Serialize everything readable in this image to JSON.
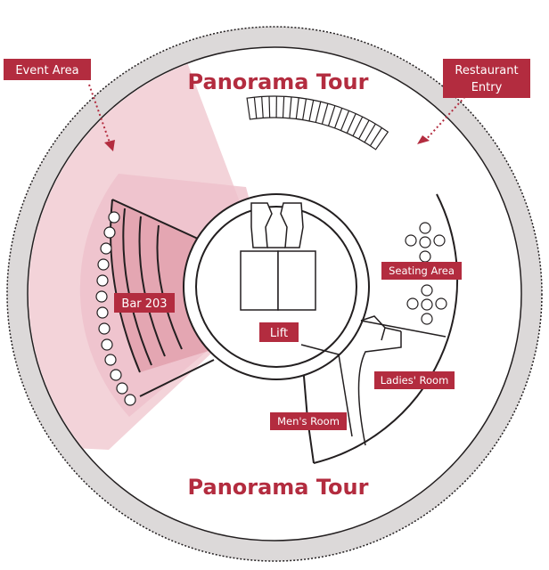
{
  "labels": {
    "event_area": "Event Area",
    "restaurant_entry_line1": "Restaurant",
    "restaurant_entry_line2": "Entry",
    "tour_top": "Panorama Tour",
    "tour_bottom": "Panorama Tour",
    "bar": "Bar 203",
    "lift": "Lift",
    "seating_area": "Seating Area",
    "ladies_room": "Ladies' Room",
    "mens_room": "Men's Room"
  },
  "colors": {
    "accent": "#b32c3f",
    "event_area_fill": "#f3d3d9",
    "bar_fill": "#e4a6b2",
    "ring": "#dcd9d9",
    "line": "#231f20"
  }
}
